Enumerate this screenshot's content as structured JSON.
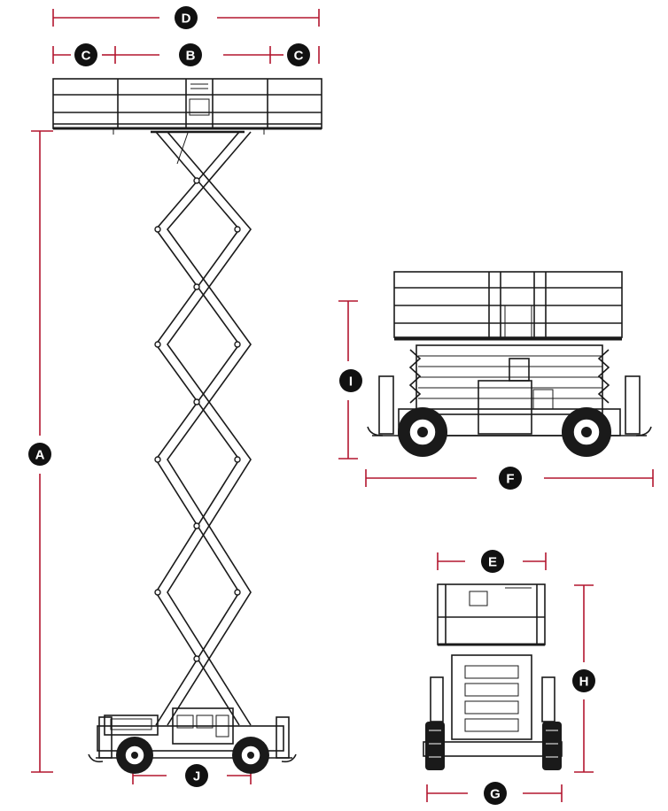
{
  "labels": {
    "A": "A",
    "B": "B",
    "C": "C",
    "D": "D",
    "E": "E",
    "F": "F",
    "G": "G",
    "H": "H",
    "I": "I",
    "J": "J"
  },
  "colors": {
    "dimension_line": "#b3162f",
    "badge": "#111111",
    "drawing": "#1a1a1a"
  }
}
